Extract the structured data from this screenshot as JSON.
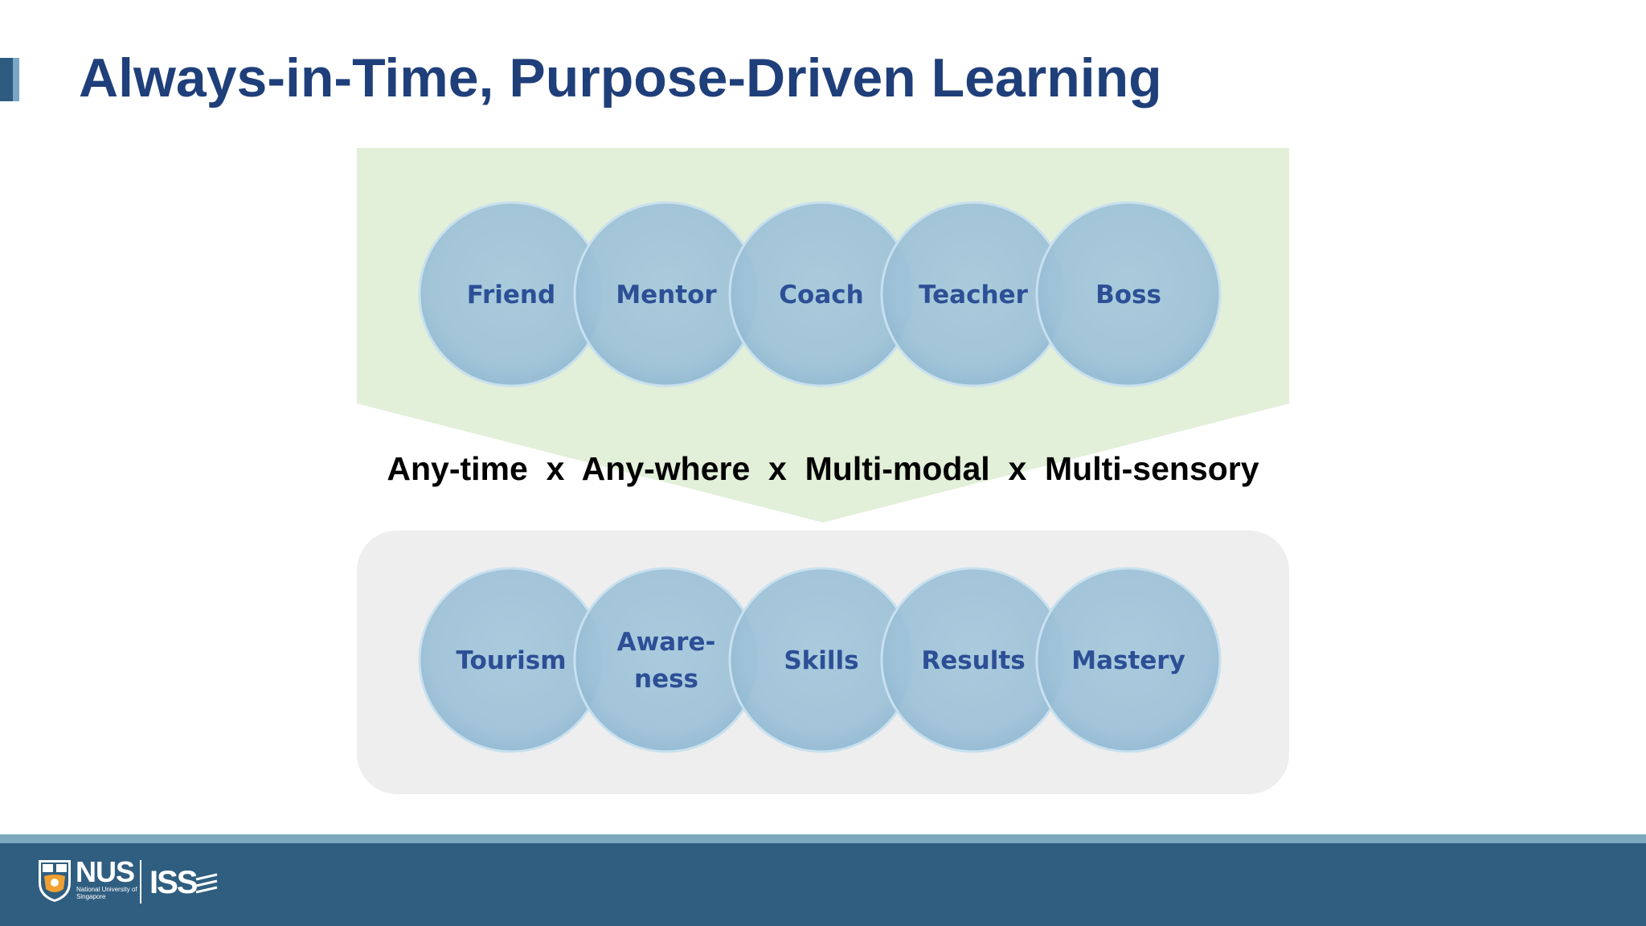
{
  "slide": {
    "title": "Always-in-Time, Purpose-Driven Learning"
  },
  "diagram": {
    "top_row": [
      "Friend",
      "Mentor",
      "Coach",
      "Teacher",
      "Boss"
    ],
    "middle_text": "Any-time  x  Any-where  x  Multi-modal  x  Multi-sensory",
    "bottom_row": [
      "Tourism",
      "Aware-|ness",
      "Skills",
      "Results",
      "Mastery"
    ]
  },
  "footer": {
    "logo_nus": "NUS",
    "logo_nus_subtitle": "National University of Singapore",
    "logo_iss": "ISS"
  },
  "colors": {
    "title": "#1f3f7a",
    "circle_label": "#2c4f96",
    "top_panel": "#e2efd9",
    "bottom_panel": "#eeeeee",
    "circle_fill": "#9ec3d8",
    "footer": "#2f5e80"
  }
}
